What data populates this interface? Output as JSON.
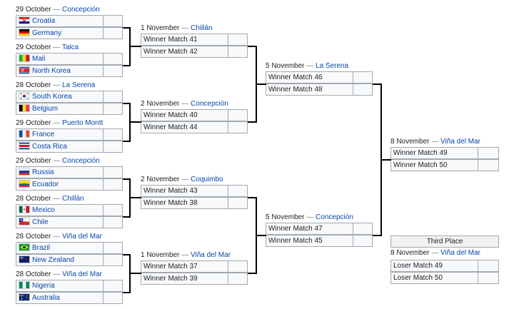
{
  "r16": [
    {
      "date": "29 October",
      "venue": "Concepción",
      "teams": [
        {
          "name": "Croatia",
          "flag": "croatia-flag-icon",
          "score": ""
        },
        {
          "name": "Germany",
          "flag": "germany-flag-icon",
          "score": ""
        }
      ]
    },
    {
      "date": "29 October",
      "venue": "Talca",
      "teams": [
        {
          "name": "Mali",
          "flag": "mali-flag-icon",
          "score": ""
        },
        {
          "name": "North Korea",
          "flag": "north-korea-flag-icon",
          "score": ""
        }
      ]
    },
    {
      "date": "28 October",
      "venue": "La Serena",
      "teams": [
        {
          "name": "South Korea",
          "flag": "south-korea-flag-icon",
          "score": ""
        },
        {
          "name": "Belgium",
          "flag": "belgium-flag-icon",
          "score": ""
        }
      ]
    },
    {
      "date": "29 October",
      "venue": "Puerto Montt",
      "teams": [
        {
          "name": "France",
          "flag": "france-flag-icon",
          "score": ""
        },
        {
          "name": "Costa Rica",
          "flag": "costa-rica-flag-icon",
          "score": ""
        }
      ]
    },
    {
      "date": "29 October",
      "venue": "Concepción",
      "teams": [
        {
          "name": "Russia",
          "flag": "russia-flag-icon",
          "score": ""
        },
        {
          "name": "Ecuador",
          "flag": "ecuador-flag-icon",
          "score": ""
        }
      ]
    },
    {
      "date": "28 October",
      "venue": "Chillán",
      "teams": [
        {
          "name": "Mexico",
          "flag": "mexico-flag-icon",
          "score": ""
        },
        {
          "name": "Chile",
          "flag": "chile-flag-icon",
          "score": ""
        }
      ]
    },
    {
      "date": "28 October",
      "venue": "Viña del Mar",
      "teams": [
        {
          "name": "Brazil",
          "flag": "brazil-flag-icon",
          "score": ""
        },
        {
          "name": "New Zealand",
          "flag": "new-zealand-flag-icon",
          "score": ""
        }
      ]
    },
    {
      "date": "28 October",
      "venue": "Viña del Mar",
      "teams": [
        {
          "name": "Nigeria",
          "flag": "nigeria-flag-icon",
          "score": ""
        },
        {
          "name": "Australia",
          "flag": "australia-flag-icon",
          "score": ""
        }
      ]
    }
  ],
  "qf": [
    {
      "date": "1 November",
      "venue": "Chillán",
      "teams": [
        {
          "name": "Winner Match 41",
          "score": ""
        },
        {
          "name": "Winner Match 42",
          "score": ""
        }
      ]
    },
    {
      "date": "2 November",
      "venue": "Concepción",
      "teams": [
        {
          "name": "Winner Match 40",
          "score": ""
        },
        {
          "name": "Winner Match 44",
          "score": ""
        }
      ]
    },
    {
      "date": "2 November",
      "venue": "Coquimbo",
      "teams": [
        {
          "name": "Winner Match 43",
          "score": ""
        },
        {
          "name": "Winner Match 38",
          "score": ""
        }
      ]
    },
    {
      "date": "1 November",
      "venue": "Viña del Mar",
      "teams": [
        {
          "name": "Winner Match 37",
          "score": ""
        },
        {
          "name": "Winner Match 39",
          "score": ""
        }
      ]
    }
  ],
  "sf": [
    {
      "date": "5 November",
      "venue": "La Serena",
      "teams": [
        {
          "name": "Winner Match 46",
          "score": ""
        },
        {
          "name": "Winner Match 48",
          "score": ""
        }
      ]
    },
    {
      "date": "5 November",
      "venue": "Concepción",
      "teams": [
        {
          "name": "Winner Match 47",
          "score": ""
        },
        {
          "name": "Winner Match 45",
          "score": ""
        }
      ]
    }
  ],
  "final": [
    {
      "date": "8 November",
      "venue": "Viña del Mar",
      "teams": [
        {
          "name": "Winner Match 49",
          "score": ""
        },
        {
          "name": "Winner Match 50",
          "score": ""
        }
      ]
    }
  ],
  "third_place": {
    "label": "Third Place",
    "match": {
      "date": "8 November",
      "venue": "Viña del Mar",
      "teams": [
        {
          "name": "Loser Match 49",
          "score": ""
        },
        {
          "name": "Loser Match 50",
          "score": ""
        }
      ]
    }
  },
  "date_separator": "—",
  "colors": {
    "link": "#0645ad",
    "border": "#a2a9b1",
    "cell_bg": "#f8f9fa",
    "connector": "#000000"
  }
}
